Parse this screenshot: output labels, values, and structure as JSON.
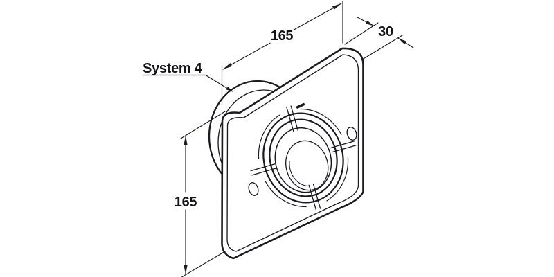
{
  "drawing": {
    "callout_label": "System 4",
    "dimension_width": "165",
    "dimension_depth": "30",
    "dimension_height": "165",
    "colors": {
      "line": "#1b1b1f",
      "background": "#ffffff"
    }
  }
}
